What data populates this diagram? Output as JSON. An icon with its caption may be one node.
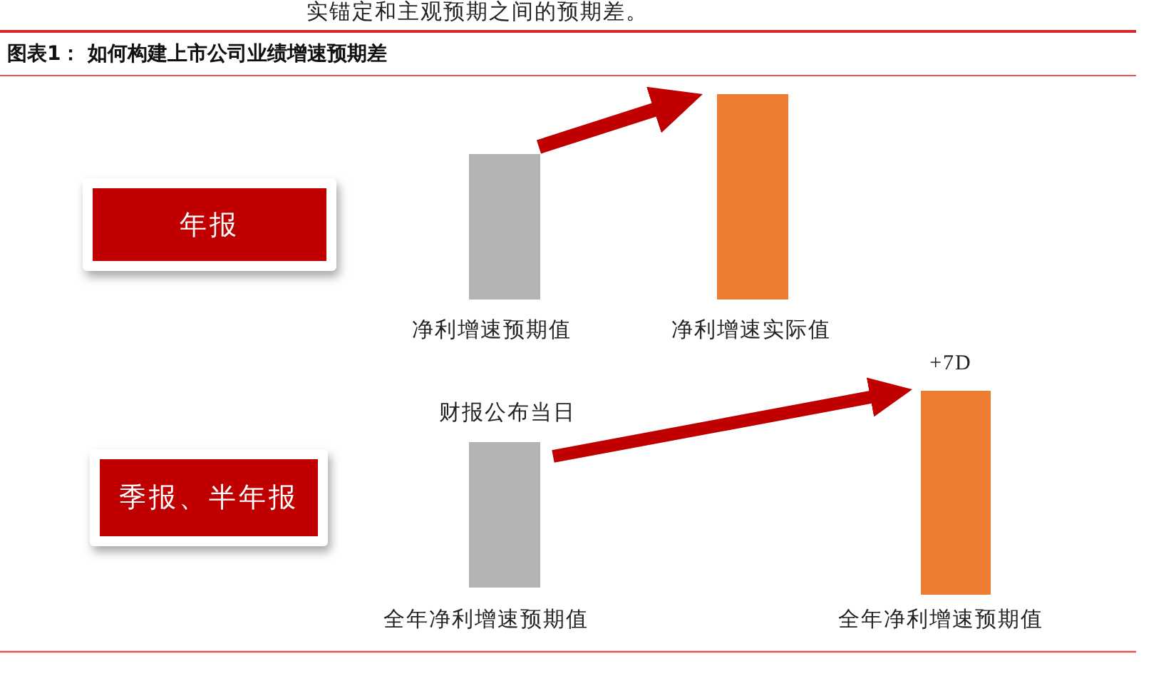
{
  "diagram": {
    "title": "图表1： 如何构建上市公司业绩增速预期差",
    "nodes": [
      {
        "text": [
          "年报"
        ]
      },
      {
        "text": [],
        "shape": "bar",
        "beside": [
          "净利增速预期值"
        ]
      },
      {
        "text": [],
        "shape": "bar",
        "beside": [
          "净利增速实际值"
        ]
      },
      {
        "text": [
          "季报、半年报"
        ]
      },
      {
        "text": [],
        "shape": "bar",
        "beside": [
          "财报公布当日",
          "全年净利增速预期值"
        ]
      },
      {
        "text": [],
        "shape": "bar",
        "beside": [
          "+7D",
          "全年净利增速预期值"
        ]
      }
    ],
    "edges": [
      {
        "from": 1,
        "to": 2,
        "arrow": "to"
      },
      {
        "from": 4,
        "to": 5,
        "arrow": "to"
      }
    ],
    "labels": [
      "实锚定和主观预期之间的预期差。"
    ]
  }
}
